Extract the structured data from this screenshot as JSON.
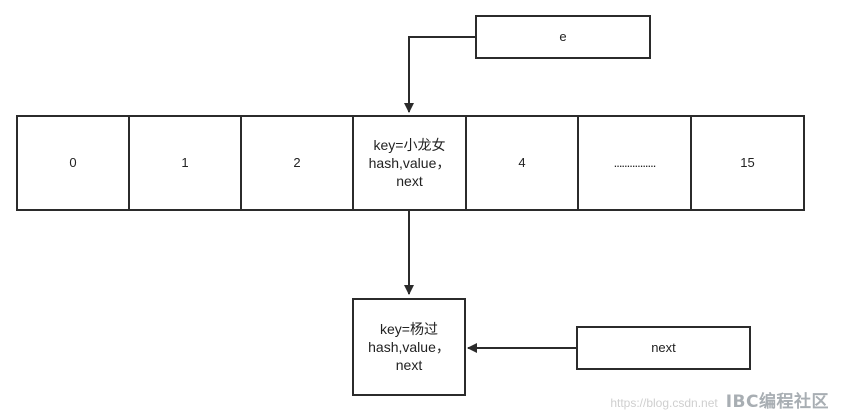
{
  "pointer_box": {
    "label": "e"
  },
  "array": {
    "cells": [
      {
        "label": "0"
      },
      {
        "label": "1"
      },
      {
        "label": "2"
      },
      {
        "lines": [
          "key=小龙女",
          "hash,value，",
          "next"
        ]
      },
      {
        "label": "4"
      },
      {
        "label": "................"
      },
      {
        "label": "15"
      }
    ]
  },
  "node": {
    "lines": [
      "key=杨过",
      "hash,value，",
      "next"
    ]
  },
  "next_box": {
    "label": "next"
  },
  "watermark": {
    "url": "https://blog.csdn.net",
    "brand": "IBC编程社区"
  }
}
